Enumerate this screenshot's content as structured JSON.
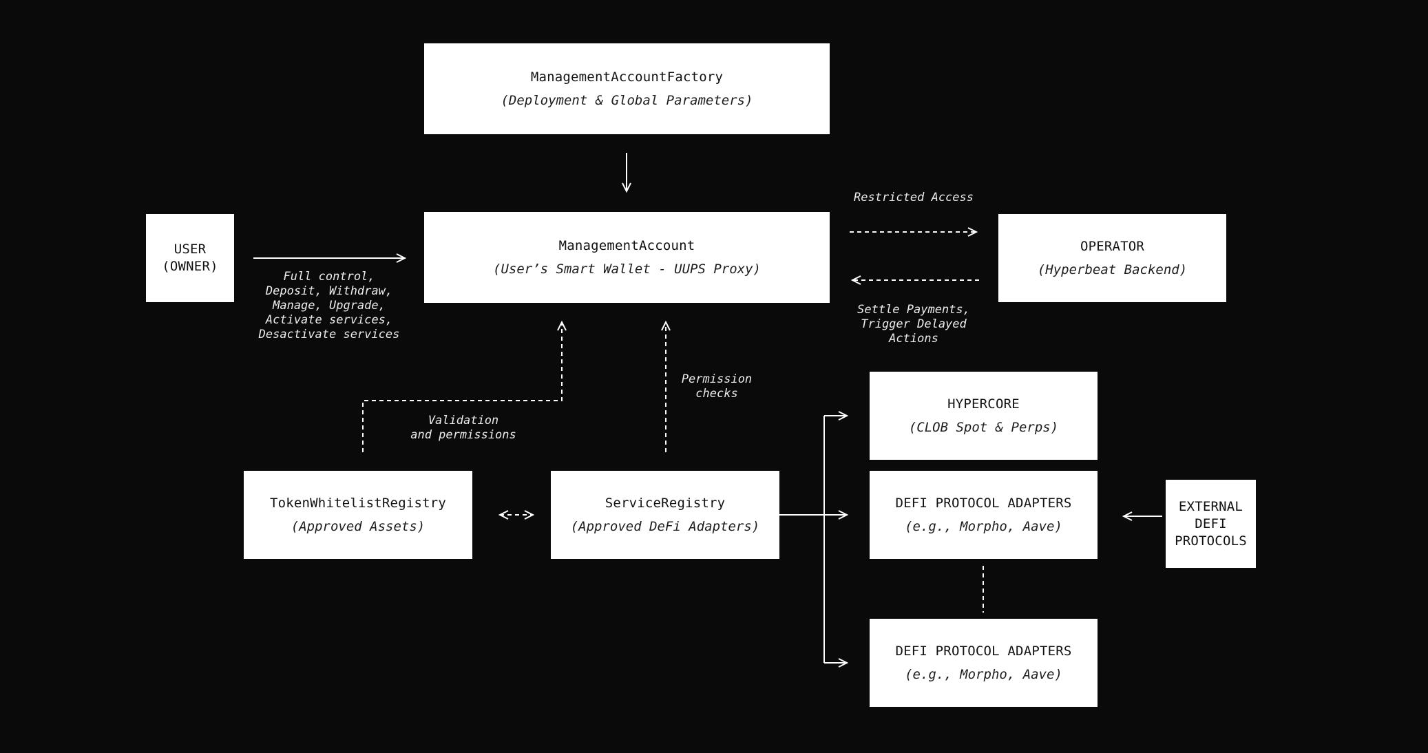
{
  "colors": {
    "background": "#0a0a0a",
    "box_fill": "#ffffff",
    "box_text": "#111111",
    "line": "#ffffff"
  },
  "nodes": {
    "factory": {
      "title": "ManagementAccountFactory",
      "subtitle": "(Deployment & Global Parameters)"
    },
    "user": {
      "text": "USER\n(OWNER)"
    },
    "management_account": {
      "title": "ManagementAccount",
      "subtitle": "(User’s Smart Wallet - UUPS Proxy)"
    },
    "operator": {
      "title": "OPERATOR",
      "subtitle": "(Hyperbeat Backend)"
    },
    "token_whitelist_registry": {
      "title": "TokenWhitelistRegistry",
      "subtitle": "(Approved Assets)"
    },
    "service_registry": {
      "title": "ServiceRegistry",
      "subtitle": "(Approved DeFi Adapters)"
    },
    "hypercore": {
      "title": "HYPERCORE",
      "subtitle": "(CLOB Spot & Perps)"
    },
    "defi_adapters_mid": {
      "title": "DEFI PROTOCOL ADAPTERS",
      "subtitle": "(e.g., Morpho, Aave)"
    },
    "defi_adapters_bottom": {
      "title": "DEFI PROTOCOL ADAPTERS",
      "subtitle": "(e.g., Morpho, Aave)"
    },
    "external_defi": {
      "text": "EXTERNAL\nDEFI\nPROTOCOLS"
    }
  },
  "edge_labels": {
    "user_to_account": "Full control,\nDeposit, Withdraw,\nManage, Upgrade,\nActivate services,\nDesactivate services",
    "restricted_access": "Restricted Access",
    "settle_payments": "Settle Payments,\nTrigger Delayed\nActions",
    "validation": "Validation\nand permissions",
    "permission_checks": "Permission\nchecks"
  }
}
